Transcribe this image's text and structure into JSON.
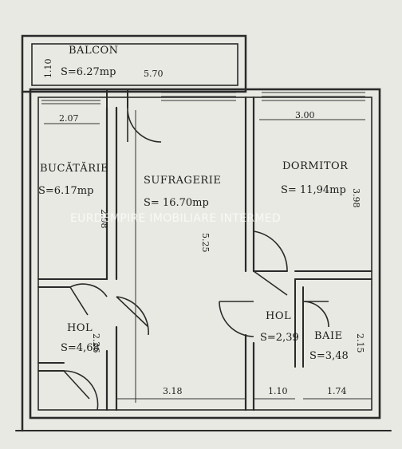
{
  "plan": {
    "watermark": "EURDEMPIRE IMOBILIARE INTERMED",
    "rooms": [
      {
        "name": "BALCON",
        "area": "S=6.27mp"
      },
      {
        "name": "BUCĂTĂRIE",
        "area": "S=6.17mp"
      },
      {
        "name": "SUFRAGERIE",
        "area": "S= 16.70mp"
      },
      {
        "name": "DORMITOR",
        "area": "S= 11,94mp"
      },
      {
        "name": "HOL",
        "area": "S=4,68"
      },
      {
        "name": "HOL",
        "area": "S=2,39"
      },
      {
        "name": "BAIE",
        "area": "S=3,48"
      }
    ],
    "dimensions": {
      "balcon_depth": "1.10",
      "balcon_width": "5.70",
      "bucatarie_width": "2.07",
      "bucatarie_height": "2.98",
      "sufragerie_height": "5.25",
      "dormitor_width": "3.00",
      "dormitor_height": "3.98",
      "hol_height": "2.26",
      "baie_height": "2.15",
      "sufragerie_width": "3.18",
      "hol2_width": "1.10",
      "baie_width": "1.74"
    }
  }
}
